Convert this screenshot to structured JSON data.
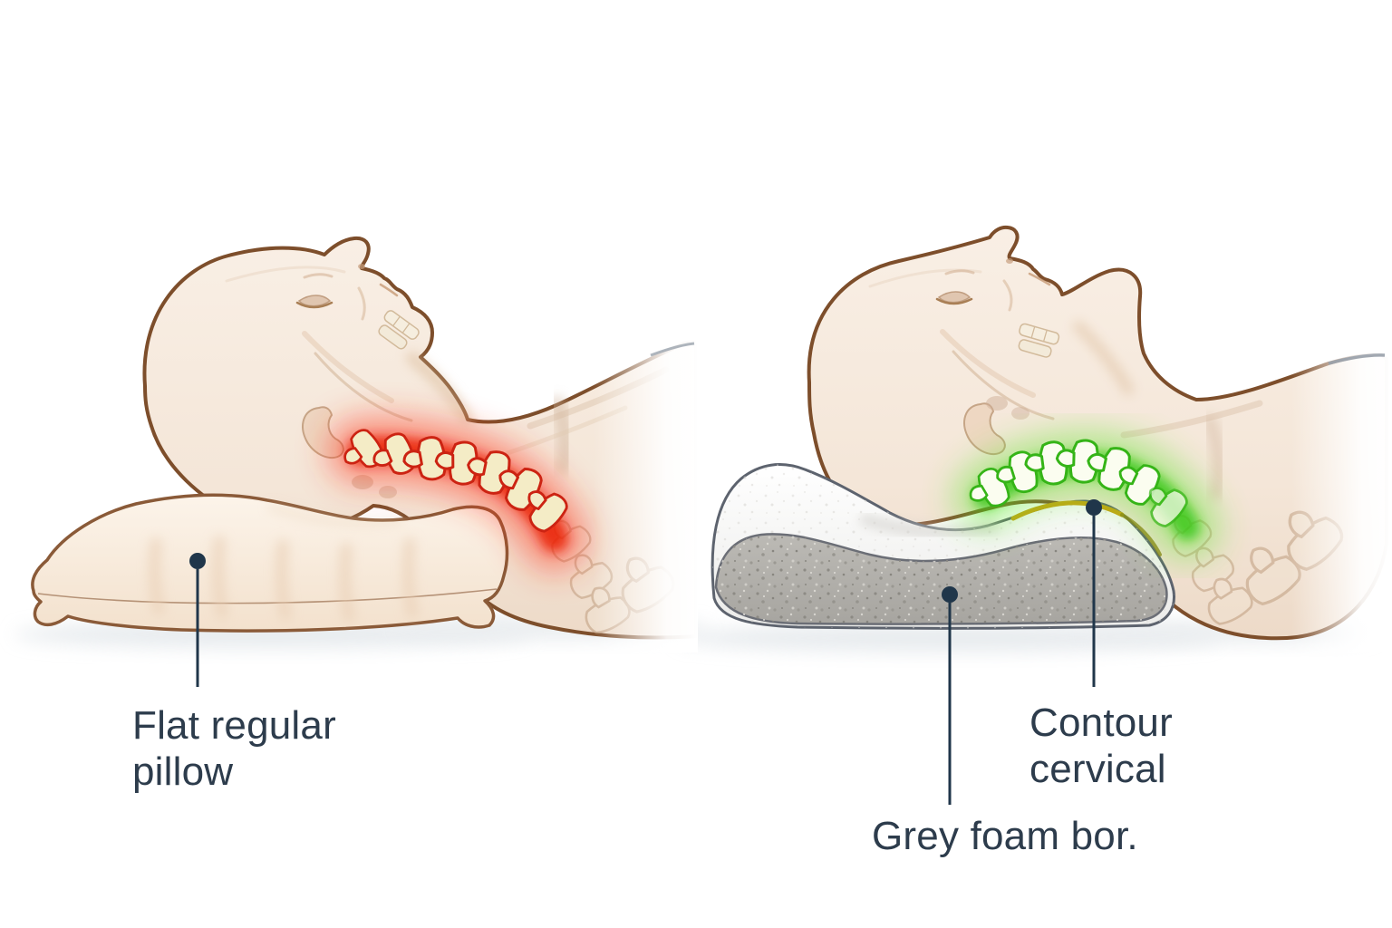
{
  "diagram": {
    "panels": [
      {
        "id": "flat-regular-pillow",
        "spine_highlight": "red",
        "highlight_color": "#e8321c",
        "labels": [
          {
            "text": "Flat regular pillow"
          }
        ]
      },
      {
        "id": "contour-cervical-pillow",
        "spine_highlight": "green",
        "highlight_color": "#49c323",
        "labels": [
          {
            "text": "Contour cervical"
          },
          {
            "text": "Grey foam bor."
          }
        ]
      }
    ],
    "colors": {
      "background": "#ffffff",
      "skin": "#f6eadf",
      "outline_brown": "#7d4e2b",
      "bone_cream": "#f4ecc6",
      "foam_grey": "#b3b1ac",
      "pillow_cream": "#f9efe4",
      "contact_gold": "#c79a10",
      "callout": "#20364a",
      "label_text": "#2d3c4c"
    }
  }
}
